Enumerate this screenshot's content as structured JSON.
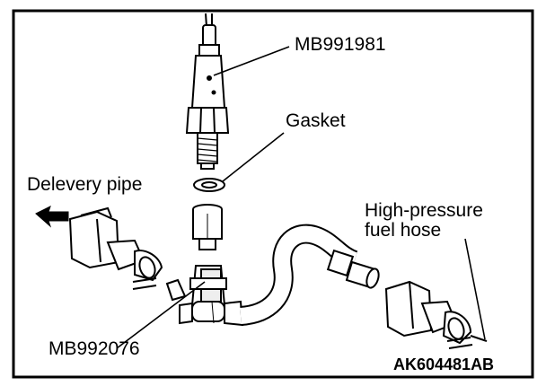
{
  "labels": {
    "tool_upper": "MB991981",
    "gasket": "Gasket",
    "delivery_pipe": "Delevery pipe",
    "hp_line1": "High-pressure",
    "hp_line2": "fuel hose",
    "tool_lower": "MB992076"
  },
  "figure_code": "AK604481AB",
  "colors": {
    "ink": "#000000",
    "paper": "#ffffff",
    "shade": "#d9d9d9"
  }
}
